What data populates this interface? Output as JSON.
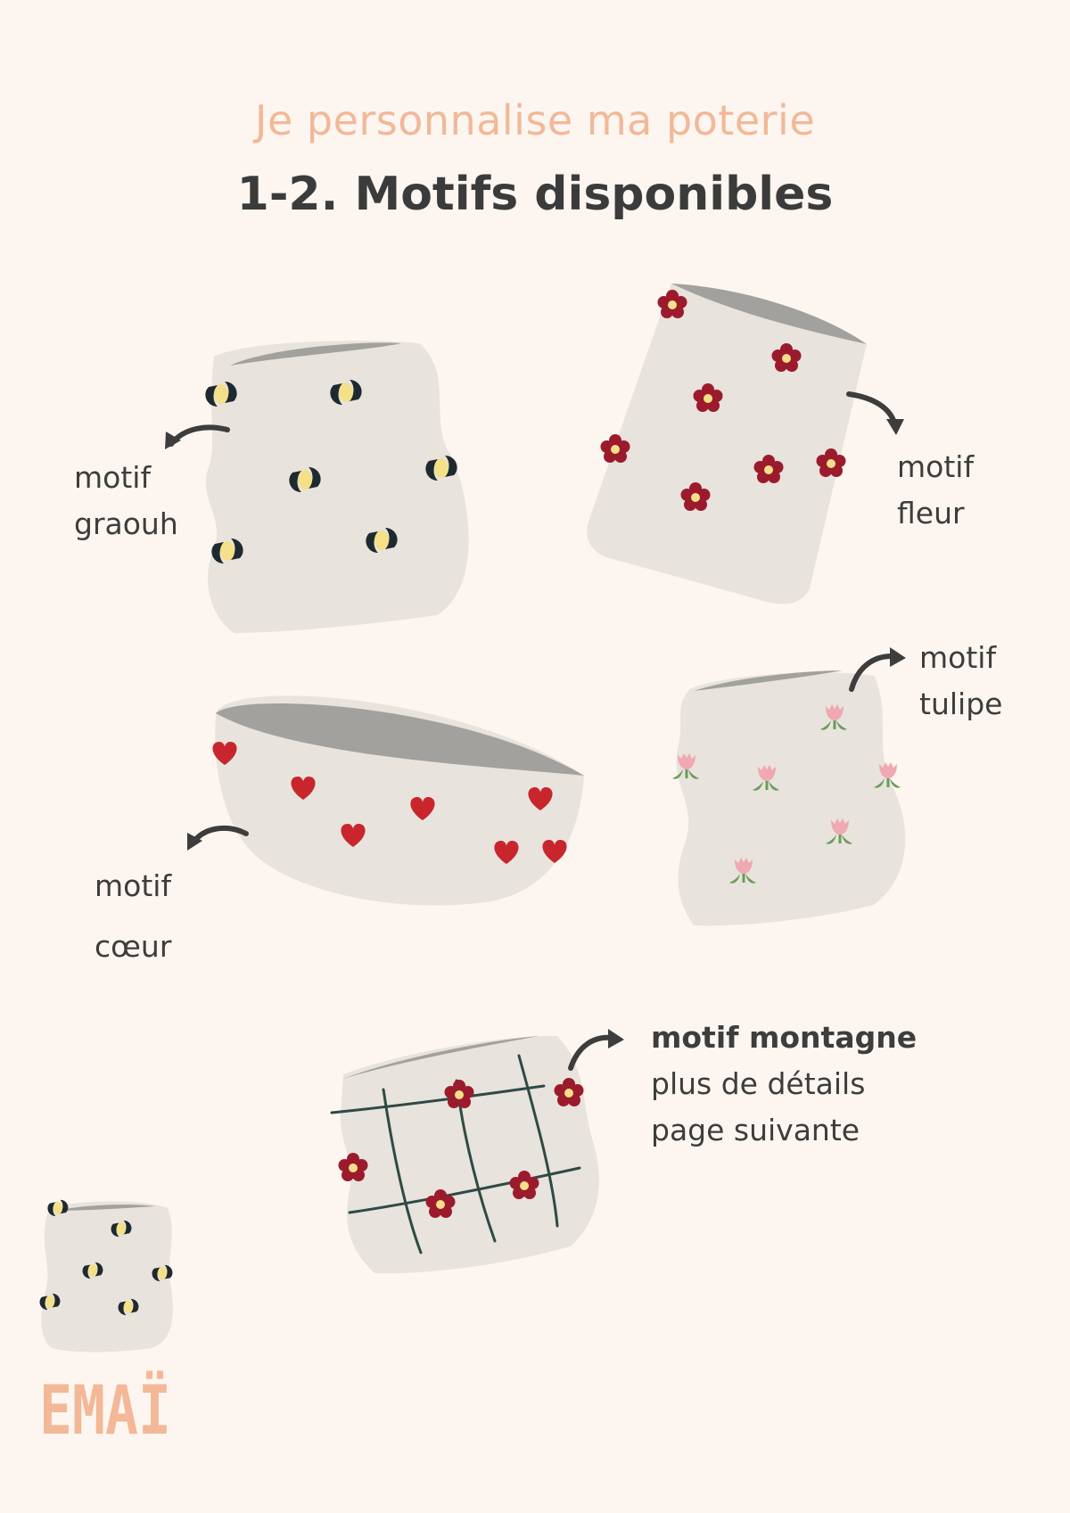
{
  "header": {
    "subtitle": "Je personnalise ma poterie",
    "title": "1-2. Motifs disponibles"
  },
  "labels": {
    "graouh": {
      "line1": "motif",
      "line2": "graouh"
    },
    "fleur": {
      "line1": "motif",
      "line2": "fleur"
    },
    "tulipe": {
      "line1": "motif",
      "line2": "tulipe"
    },
    "coeur": {
      "line1": "motif",
      "line2": "cœur"
    },
    "montagne": {
      "line1": "motif montagne",
      "line2": "plus de détails",
      "line3": "page suivante"
    }
  },
  "brand": {
    "logo_text": "EMAÏ"
  },
  "colors": {
    "background": "#fdf6f0",
    "accent": "#f2b898",
    "text": "#3b3b3b",
    "pottery": "#e8e3dd",
    "rim": "#a3a19d",
    "flower_red": "#9b1b2c",
    "heart_red": "#c8262c",
    "tulip_pink": "#f0a8b2",
    "leaf_green": "#6a9c5a",
    "grid_green": "#2f4a44"
  },
  "icons": [
    "arrow-icon",
    "leopard-spot-icon",
    "flower-icon",
    "heart-icon",
    "tulip-icon"
  ]
}
